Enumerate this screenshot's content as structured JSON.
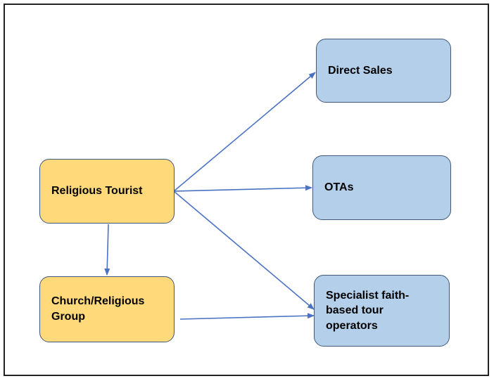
{
  "nodes": {
    "religious_tourist": "Religious Tourist",
    "church_group": "Church/Religious Group",
    "direct_sales": "Direct Sales",
    "otas": "OTAs",
    "specialist": "Specialist faith-based tour operators"
  },
  "colors": {
    "source_fill": "#ffd97a",
    "channel_fill": "#b4cfe9",
    "arrow": "#4a72c4"
  },
  "edges": [
    {
      "from": "religious_tourist",
      "to": "direct_sales"
    },
    {
      "from": "religious_tourist",
      "to": "otas"
    },
    {
      "from": "religious_tourist",
      "to": "specialist"
    },
    {
      "from": "religious_tourist",
      "to": "church_group"
    },
    {
      "from": "church_group",
      "to": "specialist"
    }
  ]
}
